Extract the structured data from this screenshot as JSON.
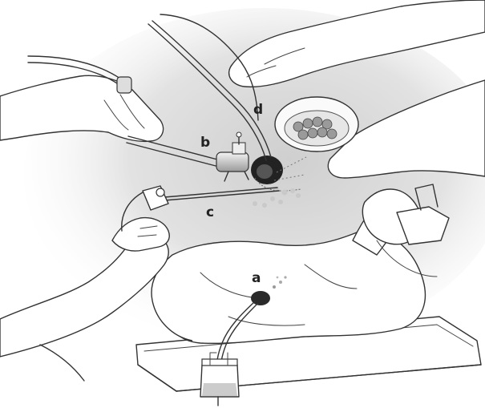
{
  "illustration": {
    "labels": {
      "a": "a",
      "b": "b",
      "c": "c",
      "d": "d"
    }
  }
}
